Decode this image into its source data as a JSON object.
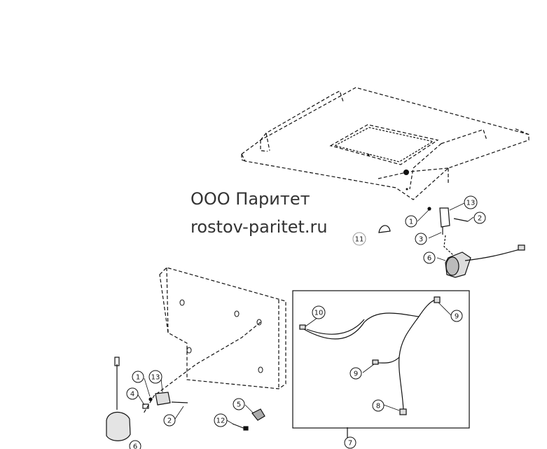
{
  "watermark": {
    "company": "ООО Паритет",
    "site": "rostov-paritet.ru"
  },
  "callouts": [
    {
      "id": "c1-top",
      "label": "1"
    },
    {
      "id": "c2-top",
      "label": "2"
    },
    {
      "id": "c3-top",
      "label": "3"
    },
    {
      "id": "c6-top",
      "label": "6"
    },
    {
      "id": "c11",
      "label": "11"
    },
    {
      "id": "c13-top",
      "label": "13"
    },
    {
      "id": "c10",
      "label": "10"
    },
    {
      "id": "c9-right",
      "label": "9"
    },
    {
      "id": "c9-left",
      "label": "9"
    },
    {
      "id": "c8",
      "label": "8"
    },
    {
      "id": "c7",
      "label": "7"
    },
    {
      "id": "c1-bot",
      "label": "1"
    },
    {
      "id": "c13-bot",
      "label": "13"
    },
    {
      "id": "c4",
      "label": "4"
    },
    {
      "id": "c2-bot",
      "label": "2"
    },
    {
      "id": "c5",
      "label": "5"
    },
    {
      "id": "c12",
      "label": "12"
    },
    {
      "id": "c6-bot",
      "label": "6"
    }
  ],
  "colors": {
    "ink": "#111111",
    "background": "#ffffff"
  }
}
